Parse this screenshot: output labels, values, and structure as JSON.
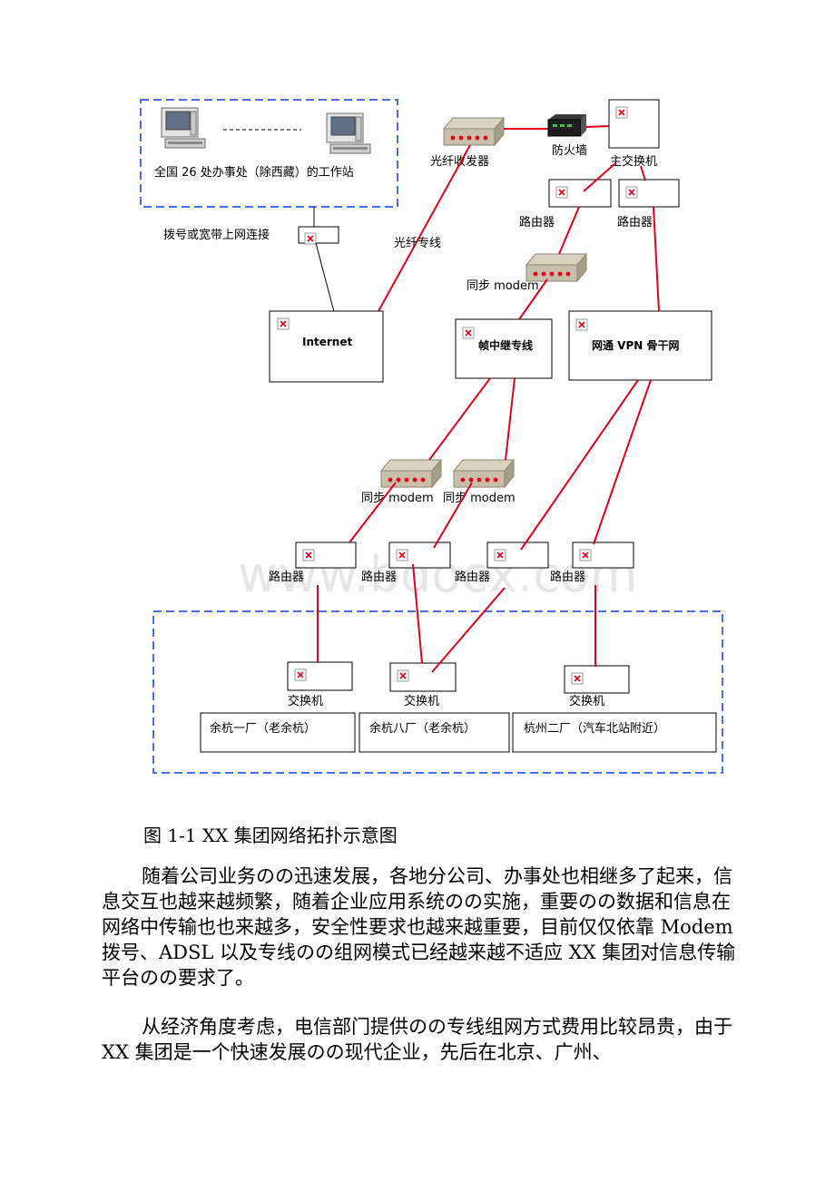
{
  "diagram": {
    "workstations_label": "全国 26 处办事处（除西藏）的工作站",
    "dial_label": "拨号或宽带上网连接",
    "fiber_transceiver_label": "光纤收发器",
    "firewall_label": "防火墙",
    "main_switch_label": "主交换机",
    "router_label": "路由器",
    "fiber_line_label": "光纤专线",
    "sync_modem_label": "同步 modem",
    "internet_label": "Internet",
    "frame_relay_label": "帧中继专线",
    "vpn_label": "网通 VPN 骨干网",
    "switch_label": "交换机",
    "factories": [
      "余杭一厂（老余杭）",
      "余杭八厂（老余杭）",
      "杭州二厂（汽车北站附近）"
    ],
    "watermark": "www.bdocx.com"
  },
  "document": {
    "caption": "图 1-1 XX 集团网络拓扑示意图",
    "paragraphs": [
      "随着公司业务のの迅速发展，各地分公司、办事处也相继多了起来，信息交互也越来越频繁，随着企业应用系统のの实施，重要のの数据和信息在网络中传输也也来越多，安全性要求也越来越重要，目前仅仅依靠 Modem 拨号、ADSL 以及专线のの组网模式已经越来越不适应 XX 集团对信息传输平台のの要求了。",
      "从经济角度考虑，电信部门提供のの专线组网方式费用比较昂贵，由于 XX 集团是一个快速发展のの现代企业，先后在北京、广州、"
    ]
  }
}
